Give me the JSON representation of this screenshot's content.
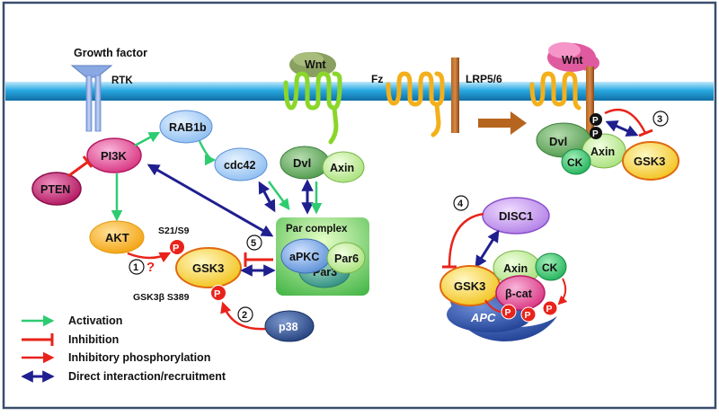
{
  "labels": {
    "growth_factor": "Growth factor",
    "rtk": "RTK",
    "wnt_left": "Wnt",
    "wnt_right": "Wnt",
    "fz": "Fz",
    "lrp": "LRP5/6",
    "s21s9": "S21/S9",
    "gsk3b_s389": "GSK3β S389",
    "par_complex": "Par complex",
    "question": "?",
    "apc": "APC"
  },
  "nodes": {
    "pi3k": "PI3K",
    "pten": "PTEN",
    "akt": "AKT",
    "rab1b": "RAB1b",
    "cdc42": "cdc42",
    "dvl_mid": "Dvl",
    "axin_mid": "Axin",
    "apkc": "aPKC",
    "par6": "Par6",
    "par3": "Par3",
    "gsk3_center": "GSK3",
    "p38": "p38",
    "dvl_right": "Dvl",
    "ck_top": "CK",
    "axin_top": "Axin",
    "gsk3_top": "GSK3",
    "disc1": "DISC1",
    "gsk3_bottom": "GSK3",
    "axin_bottom": "Axin",
    "ck_bottom": "CK",
    "bcat": "β-cat"
  },
  "phospho": "P",
  "numbers": [
    "1",
    "2",
    "3",
    "4",
    "5"
  ],
  "legend": [
    {
      "label": "Activation",
      "color": "#2ecc71",
      "type": "activation"
    },
    {
      "label": "Inhibition",
      "color": "#e8231b",
      "type": "inhibition"
    },
    {
      "label": "Inhibitory phosphorylation",
      "color": "#e8231b",
      "type": "phosphorylation"
    },
    {
      "label": "Direct interaction/recruitment",
      "color": "#1f1f8f",
      "type": "interaction"
    }
  ],
  "colors": {
    "activation": "#2ecc71",
    "inhibition": "#e8231b",
    "interaction": "#1f1f8f",
    "membrane": "#29a9e1",
    "frame": "#3a4e6e"
  }
}
